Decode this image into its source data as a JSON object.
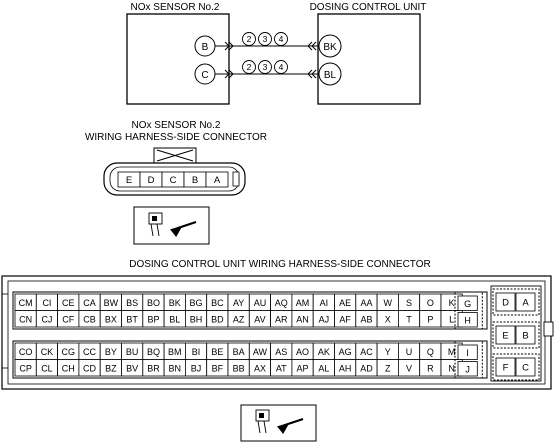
{
  "top": {
    "sensor_label": "NOx SENSOR No.2",
    "dcu_label": "DOSING CONTROL UNIT",
    "sensor_pins": [
      "B",
      "C"
    ],
    "dcu_pins": [
      "BK",
      "BL"
    ],
    "wire_connectors": [
      "2",
      "3",
      "4"
    ]
  },
  "sensor_connector": {
    "title_line1": "NOx SENSOR No.2",
    "title_line2": "WIRING HARNESS-SIDE CONNECTOR",
    "pins": [
      "E",
      "D",
      "C",
      "B",
      "A"
    ]
  },
  "dcu_connector": {
    "title": "DOSING CONTROL UNIT WIRING HARNESS-SIDE CONNECTOR",
    "upper_rows": [
      [
        "CM",
        "CI",
        "CE",
        "CA",
        "BW",
        "BS",
        "BO",
        "BK",
        "BG",
        "BC",
        "AY",
        "AU",
        "AQ",
        "AM",
        "AI",
        "AE",
        "AA",
        "W",
        "S",
        "O",
        "K"
      ],
      [
        "CN",
        "CJ",
        "CF",
        "CB",
        "BX",
        "BT",
        "BP",
        "BL",
        "BH",
        "BD",
        "AZ",
        "AV",
        "AR",
        "AN",
        "AJ",
        "AF",
        "AB",
        "X",
        "T",
        "P",
        "L"
      ]
    ],
    "lower_rows": [
      [
        "CO",
        "CK",
        "CG",
        "CC",
        "BY",
        "BU",
        "BQ",
        "BM",
        "BI",
        "BE",
        "BA",
        "AW",
        "AS",
        "AO",
        "AK",
        "AG",
        "AC",
        "Y",
        "U",
        "Q",
        "M"
      ],
      [
        "CP",
        "CL",
        "CH",
        "CD",
        "BZ",
        "BV",
        "BR",
        "BN",
        "BJ",
        "BF",
        "BB",
        "AX",
        "AT",
        "AP",
        "AL",
        "AH",
        "AD",
        "Z",
        "V",
        "R",
        "N"
      ]
    ],
    "upper_end": [
      "G",
      "H"
    ],
    "lower_end": [
      "I",
      "J"
    ],
    "right_pairs": [
      [
        "D",
        "A"
      ],
      [
        "E",
        "B"
      ],
      [
        "F",
        "C"
      ]
    ]
  }
}
